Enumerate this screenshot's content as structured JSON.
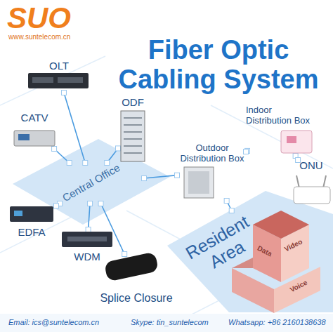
{
  "diagram": {
    "title": "Fiber Optic Cabling System",
    "nodes": [
      {
        "text": [
          "OLT"
        ]
      },
      {
        "text": [
          "CATV"
        ]
      },
      {
        "text": [
          "ODF"
        ]
      },
      {
        "text": [
          "Indoor Distribution Box"
        ]
      },
      {
        "text": [
          "Outdoor Distribution Box"
        ]
      },
      {
        "text": [
          "ONU"
        ]
      },
      {
        "text": [
          "Central Office"
        ]
      },
      {
        "text": [
          "EDFA"
        ]
      },
      {
        "text": [
          "WDM"
        ]
      },
      {
        "text": [
          "Resident Area"
        ]
      },
      {
        "text": [
          "Splice Closure"
        ]
      }
    ],
    "edges": [
      {
        "from": 0,
        "to": 6,
        "arrow": "none"
      },
      {
        "from": 1,
        "to": 6,
        "arrow": "none"
      },
      {
        "from": 2,
        "to": 6,
        "arrow": "none"
      },
      {
        "from": 6,
        "to": 7,
        "arrow": "none"
      },
      {
        "from": 6,
        "to": 8,
        "arrow": "none"
      },
      {
        "from": 6,
        "to": 10,
        "arrow": "none"
      },
      {
        "from": 6,
        "to": 4,
        "arrow": "none"
      },
      {
        "from": 4,
        "to": 3,
        "arrow": "none"
      },
      {
        "from": 3,
        "to": 5,
        "arrow": "none"
      },
      {
        "from": 4,
        "to": 9,
        "arrow": "none"
      }
    ],
    "labels": [
      "SUO",
      "www.suntelecom.cn",
      "Video",
      "Data",
      "Voice",
      "Email: ics@suntelecom.cn",
      "Skype: tin_suntelecom",
      "Whatsapp: +86 2160138638"
    ]
  }
}
